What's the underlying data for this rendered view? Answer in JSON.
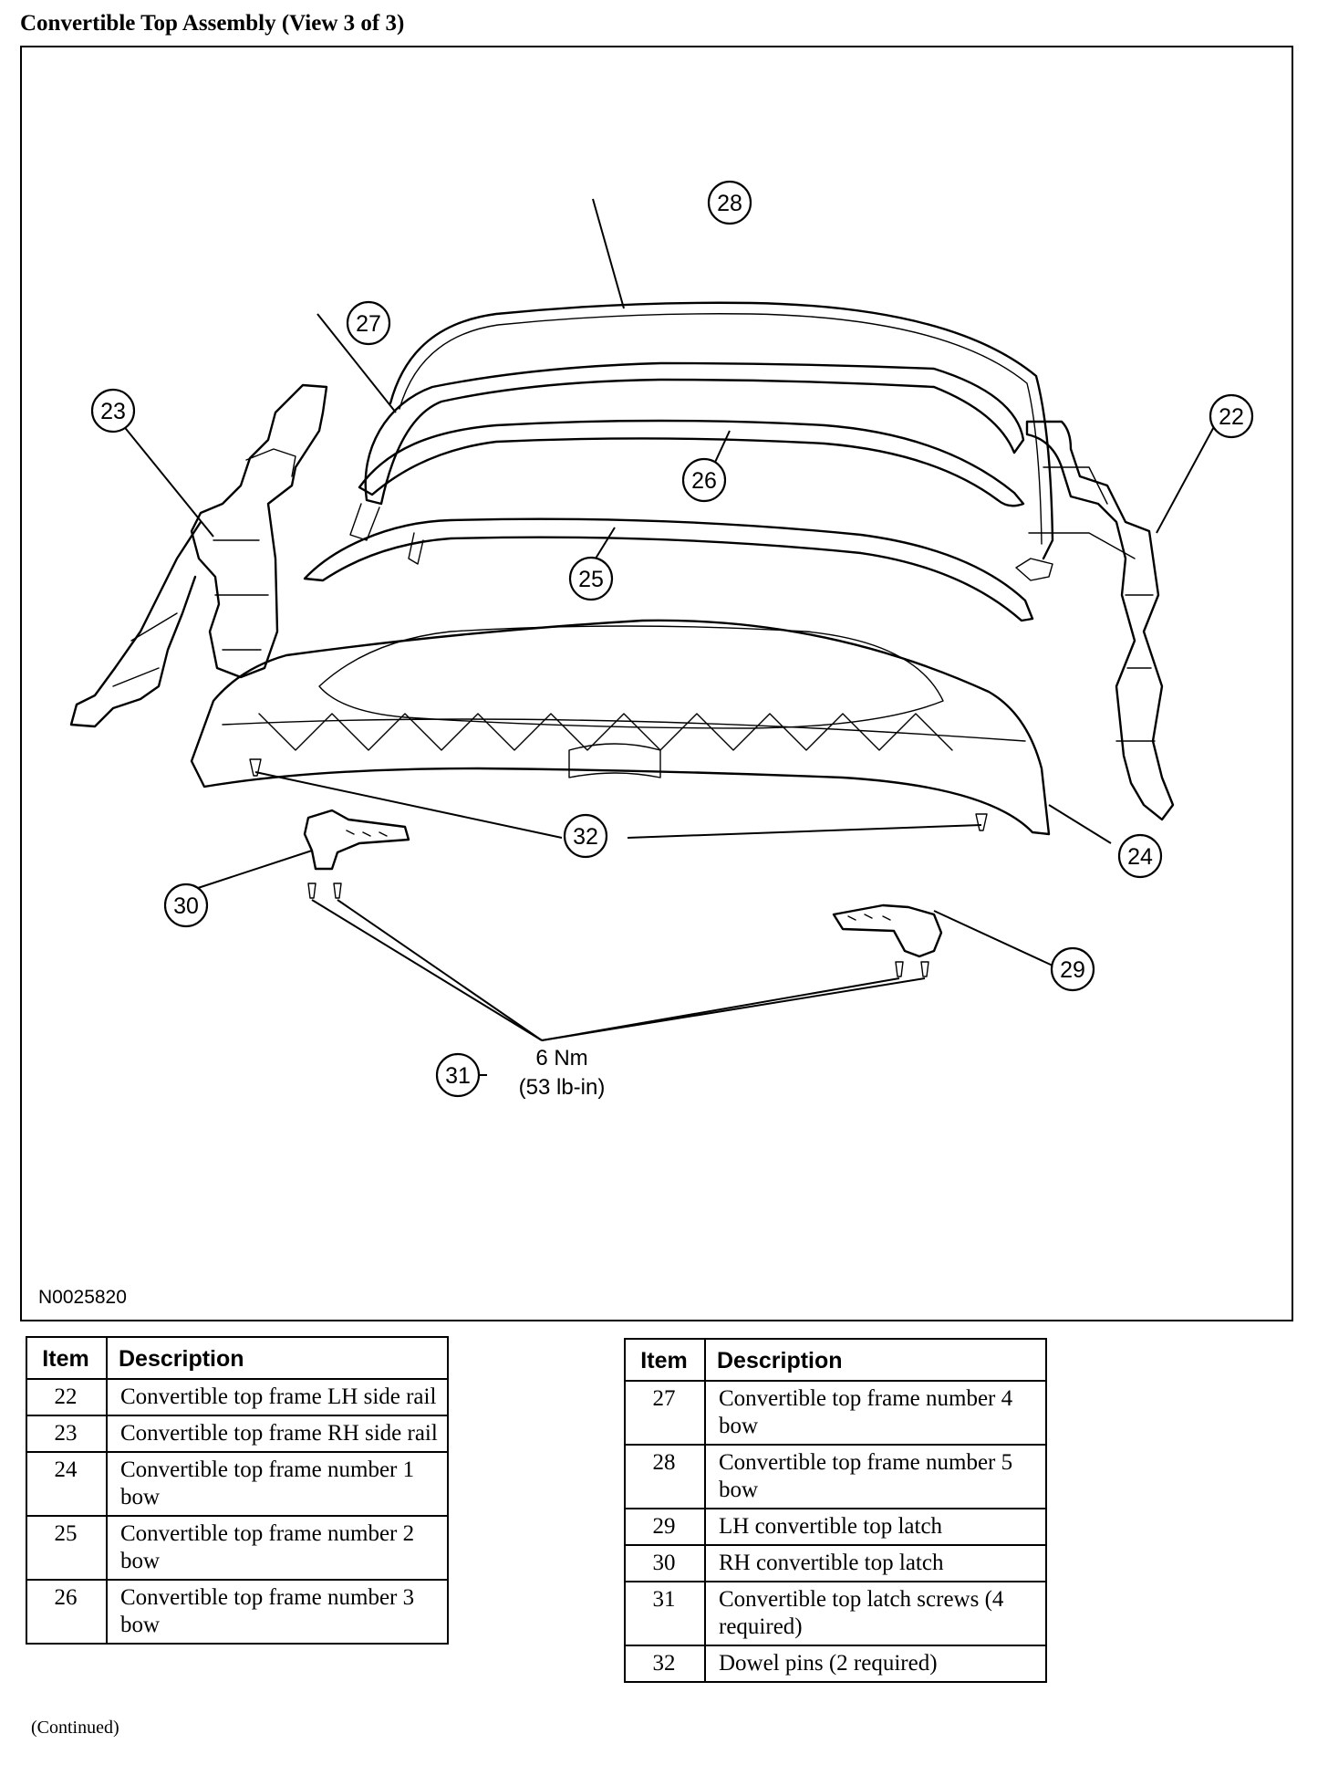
{
  "page": {
    "title": "Convertible Top Assembly (View 3 of 3)",
    "figure_id": "N0025820",
    "continued": "(Continued)"
  },
  "diagram": {
    "callouts": [
      "22",
      "23",
      "24",
      "25",
      "26",
      "27",
      "28",
      "29",
      "30",
      "31",
      "32"
    ],
    "torque_value": "6 Nm",
    "torque_imperial": "(53 lb-in)"
  },
  "legend": {
    "header_item": "Item",
    "header_description": "Description",
    "left_rows": [
      {
        "item": "22",
        "description": "Convertible top frame LH side rail"
      },
      {
        "item": "23",
        "description": "Convertible top frame RH side rail"
      },
      {
        "item": "24",
        "description": "Convertible top frame number 1 bow"
      },
      {
        "item": "25",
        "description": "Convertible top frame number 2 bow"
      },
      {
        "item": "26",
        "description": "Convertible top frame number 3 bow"
      }
    ],
    "right_rows": [
      {
        "item": "27",
        "description": "Convertible top frame number 4 bow"
      },
      {
        "item": "28",
        "description": "Convertible top frame number 5 bow"
      },
      {
        "item": "29",
        "description": "LH convertible top latch"
      },
      {
        "item": "30",
        "description": "RH convertible top latch"
      },
      {
        "item": "31",
        "description": "Convertible top latch screws (4 required)"
      },
      {
        "item": "32",
        "description": "Dowel pins (2 required)"
      }
    ]
  }
}
